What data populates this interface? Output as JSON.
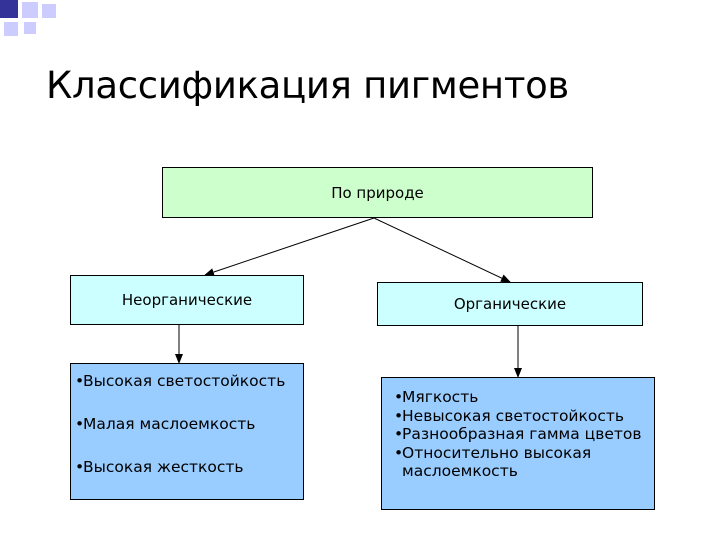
{
  "title": "Классификация пигментов",
  "root": {
    "label": "По природе"
  },
  "left": {
    "label": "Неорганические",
    "properties": [
      "Высокая светостойкость",
      "Малая маслоемкость",
      "Высокая жесткость"
    ]
  },
  "right": {
    "label": "Органические",
    "properties": [
      "Мягкость",
      "Невысокая светостойкость",
      "Разнообразная гамма цветов",
      "Относительно высокая маслоемкость"
    ]
  },
  "bullet": "•",
  "colors": {
    "root_fill": "#ccffcc",
    "category_fill": "#ccffff",
    "properties_fill": "#99ccff",
    "decor_navy": "#333399",
    "decor_light": "#ccccff"
  }
}
